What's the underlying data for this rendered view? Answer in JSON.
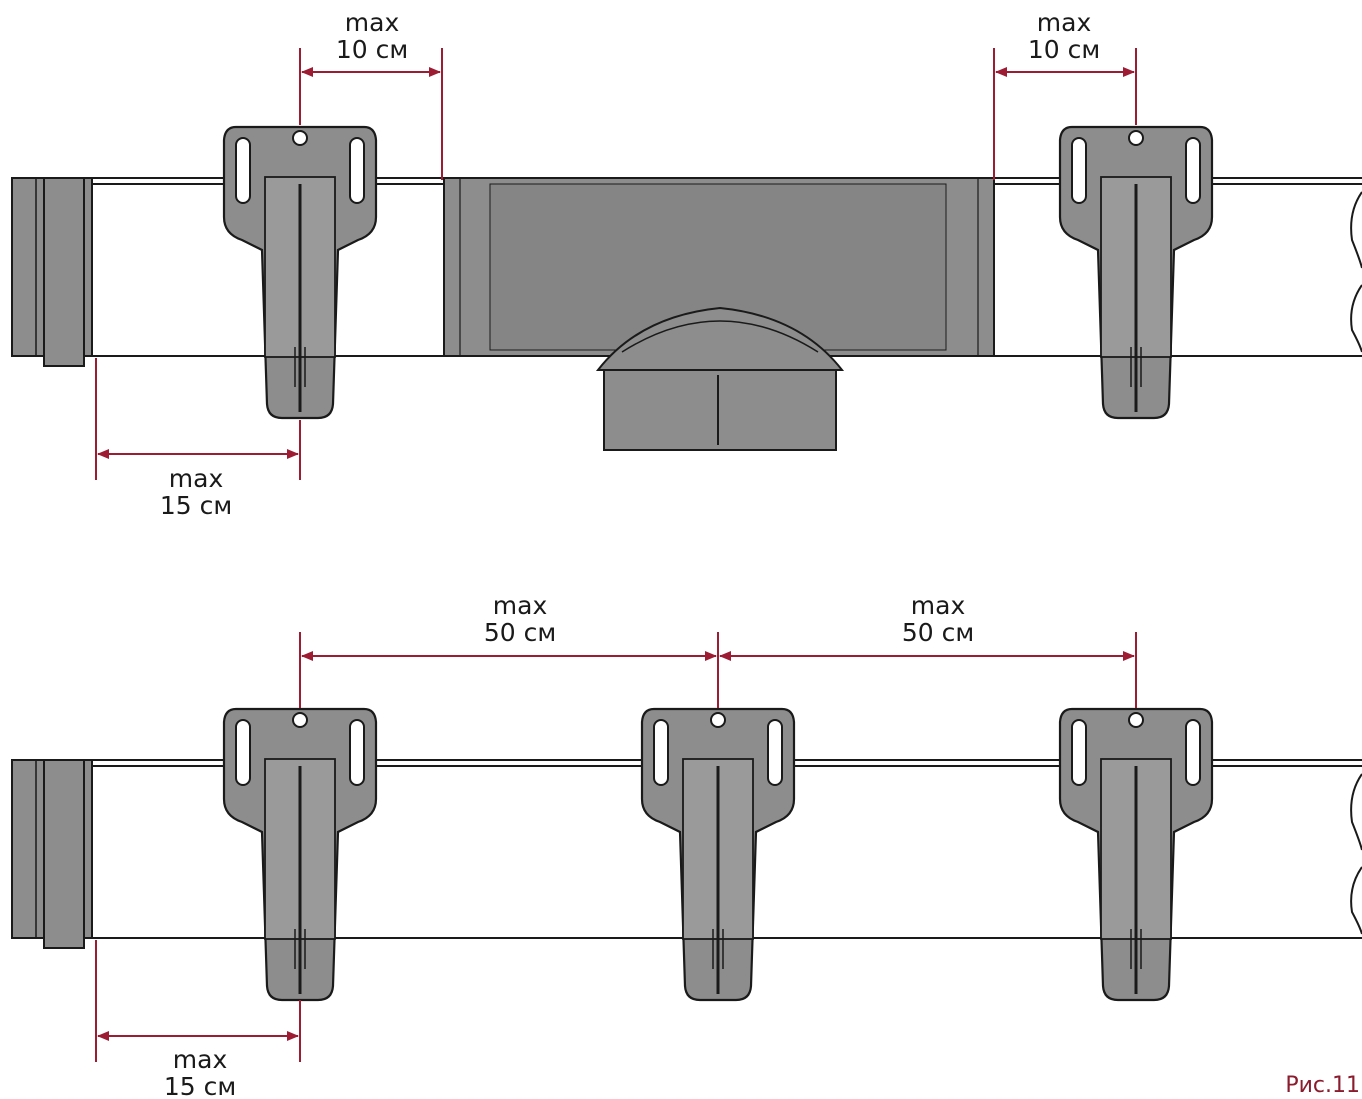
{
  "colors": {
    "dimension": "#9e1b34",
    "part_fill": "#8d8d8d",
    "outline": "#1a1a1a",
    "figure_label": "#8a1c2e"
  },
  "top": {
    "dim_left_top": {
      "line1": "max",
      "line2": "10 см"
    },
    "dim_right_top": {
      "line1": "max",
      "line2": "10 см"
    },
    "dim_bottom": {
      "line1": "max",
      "line2": "15 см"
    }
  },
  "bottom": {
    "dim_span_1": {
      "line1": "max",
      "line2": "50 см"
    },
    "dim_span_2": {
      "line1": "max",
      "line2": "50 см"
    },
    "dim_bottom": {
      "line1": "max",
      "line2": "15 см"
    }
  },
  "figure_label": "Рис.11"
}
